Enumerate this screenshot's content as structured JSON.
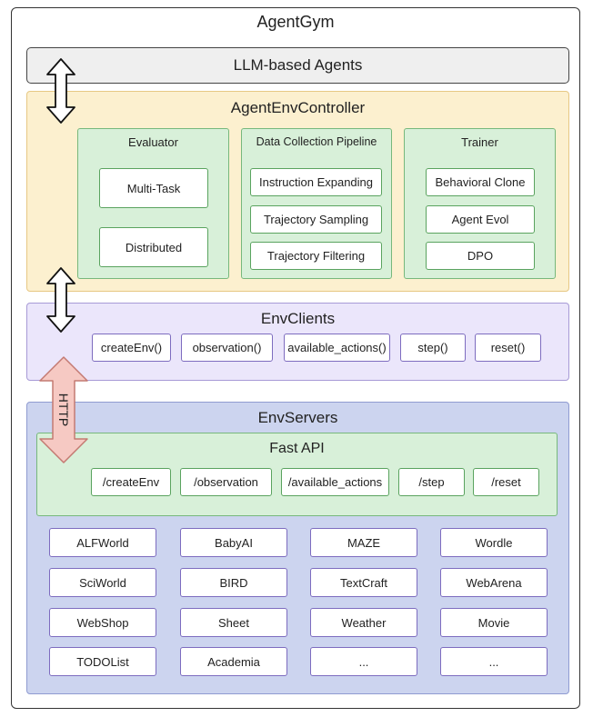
{
  "title": "AgentGym",
  "llm_label": "LLM-based Agents",
  "controller": {
    "title": "AgentEnvController",
    "evaluator": {
      "title": "Evaluator",
      "items": [
        "Multi-Task",
        "Distributed"
      ]
    },
    "pipeline": {
      "title": "Data Collection Pipeline",
      "items": [
        "Instruction Expanding",
        "Trajectory Sampling",
        "Trajectory Filtering"
      ]
    },
    "trainer": {
      "title": "Trainer",
      "items": [
        "Behavioral Clone",
        "Agent Evol",
        "DPO"
      ]
    }
  },
  "clients": {
    "title": "EnvClients",
    "items": [
      "createEnv()",
      "observation()",
      "available_actions()",
      "step()",
      "reset()"
    ]
  },
  "http_label": "HTTP",
  "servers": {
    "title": "EnvServers",
    "fastapi": {
      "title": "Fast API",
      "items": [
        "/createEnv",
        "/observation",
        "/available_actions",
        "/step",
        "/reset"
      ]
    },
    "envs": [
      [
        "ALFWorld",
        "BabyAI",
        "MAZE",
        "Wordle"
      ],
      [
        "SciWorld",
        "BIRD",
        "TextCraft",
        "WebArena"
      ],
      [
        "WebShop",
        "Sheet",
        "Weather",
        "Movie"
      ],
      [
        "TODOList",
        "Academia",
        "...",
        "..."
      ]
    ]
  },
  "colors": {
    "controller_bg": "#fcf0cf",
    "component_bg": "#d8f0d9",
    "clients_bg": "#ebe6fb",
    "servers_bg": "#ccd4ef",
    "http_arrow": "#f6c9c3",
    "llm_bg": "#efefef"
  }
}
